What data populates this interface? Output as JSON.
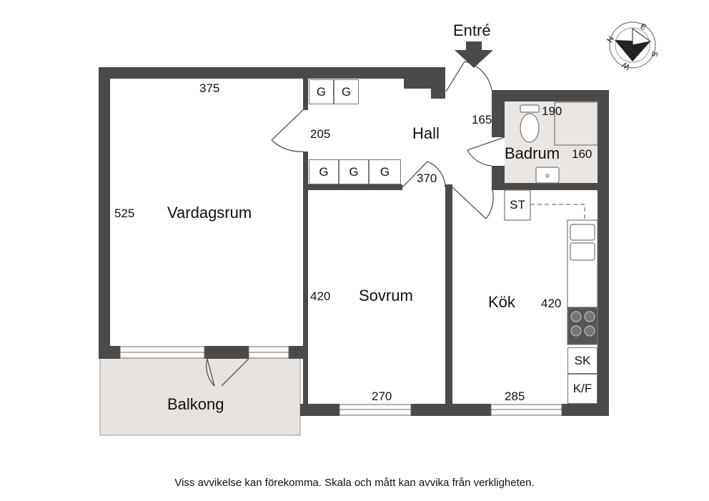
{
  "entrance": "Entré",
  "rooms": {
    "living": "Vardagsrum",
    "hall": "Hall",
    "bath": "Badrum",
    "bedroom": "Sovrum",
    "kitchen": "Kök",
    "balcony": "Balkong"
  },
  "dimensions": {
    "living_width": "375",
    "living_depth": "525",
    "hall_closet": "205",
    "hall_door": "165",
    "hall_depth": "370",
    "bath_width": "190",
    "bath_depth": "160",
    "bed_depth": "420",
    "bed_width": "270",
    "kitchen_depth": "420",
    "kitchen_width": "285"
  },
  "closets": {
    "top": [
      "G",
      "G"
    ],
    "bottom": [
      "G",
      "G",
      "G"
    ]
  },
  "appliances": {
    "stove_top": "ST",
    "freezer": "SK",
    "fridge_freezer": "K/F"
  },
  "compass": [
    "N",
    "E",
    "S",
    "W"
  ],
  "disclaimer": "Viss avvikelse kan förekomma. Skala och mått kan avvika från verkligheten.",
  "colors": {
    "wall": "#4a4a4a",
    "bath_floor": "#ebe6e2",
    "balcony_floor": "#e8e3df"
  }
}
